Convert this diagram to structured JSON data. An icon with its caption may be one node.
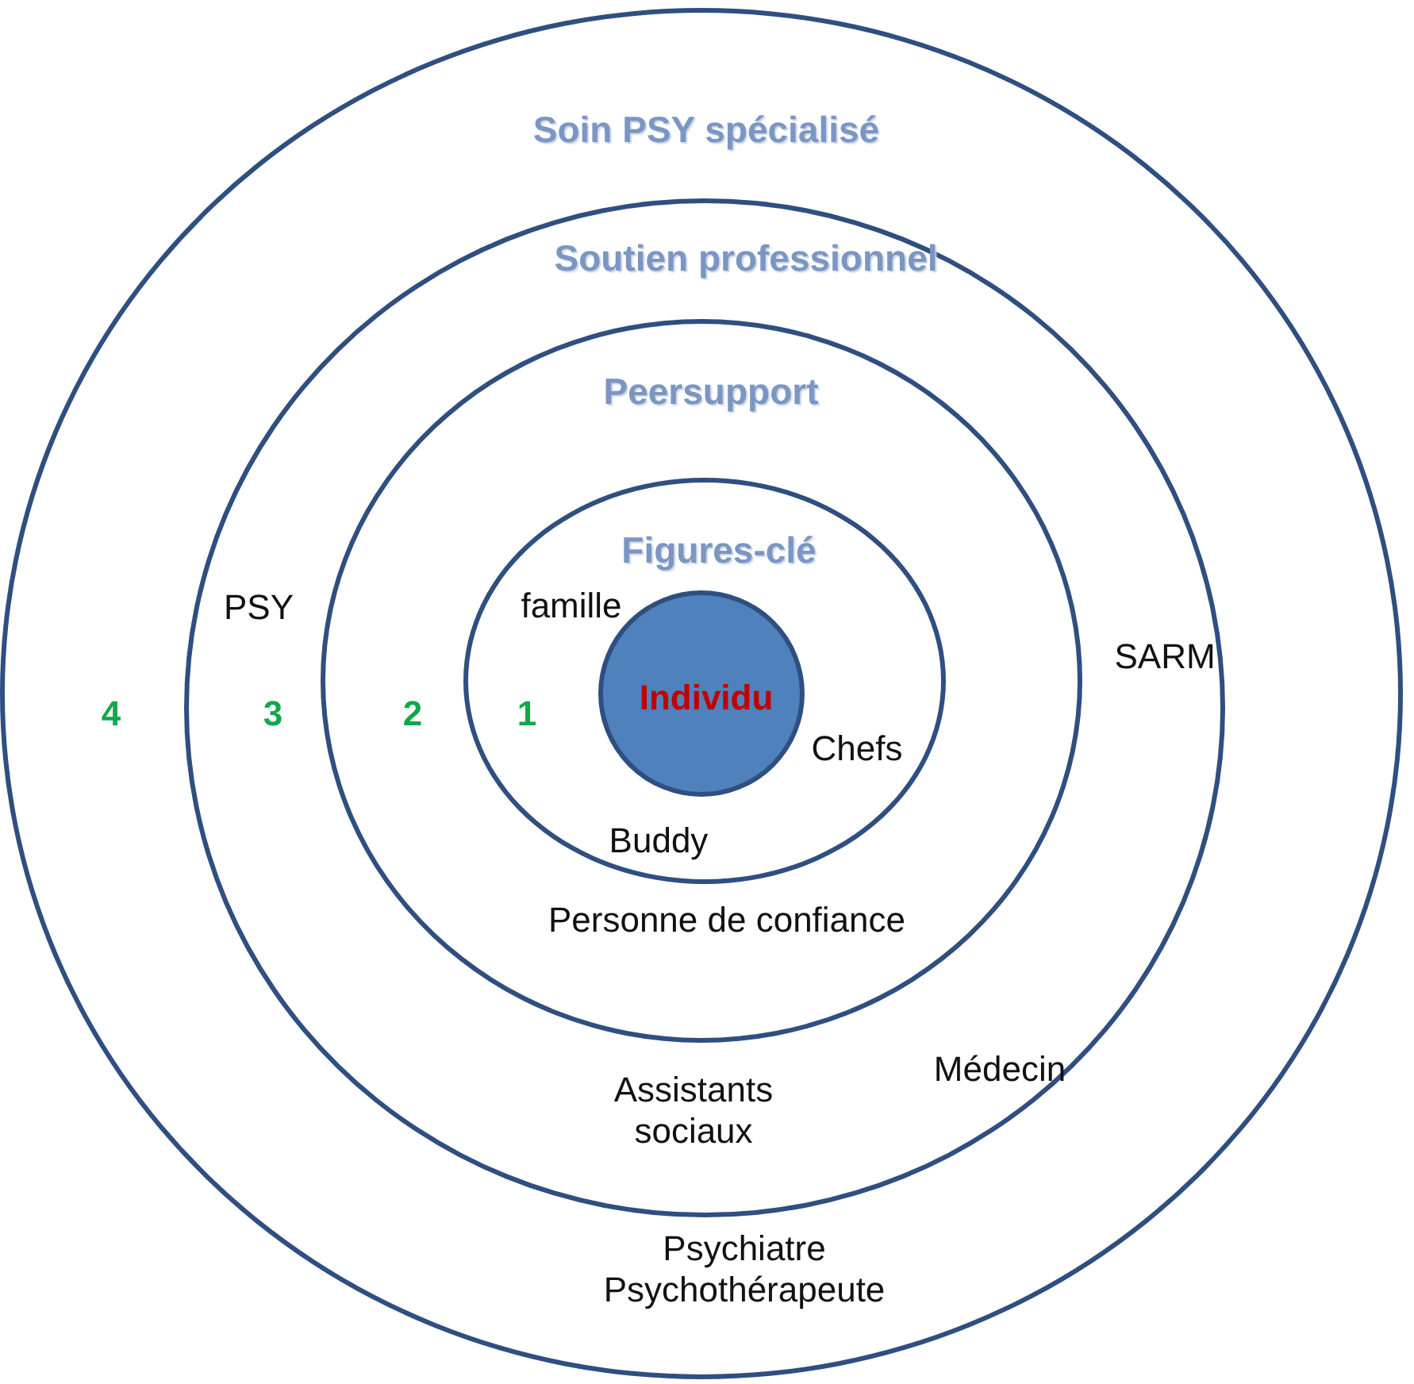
{
  "diagram": {
    "nodes": [
      {
        "text": [
          "Soin PSY spécialisé",
          "4",
          "Psychiatre Psychothérapeute"
        ]
      },
      {
        "text": [
          "Soutien professionnel",
          "3",
          "PSY",
          "SARM",
          "Médecin",
          "Assistants sociaux"
        ],
        "in": 0
      },
      {
        "text": [
          "Peersupport",
          "2",
          "Personne de confiance"
        ],
        "in": 1
      },
      {
        "text": [
          "Figures-clé",
          "1",
          "famille",
          "Chefs",
          "Buddy"
        ],
        "in": 2
      },
      {
        "text": [
          "Individu"
        ],
        "in": 3
      }
    ]
  }
}
